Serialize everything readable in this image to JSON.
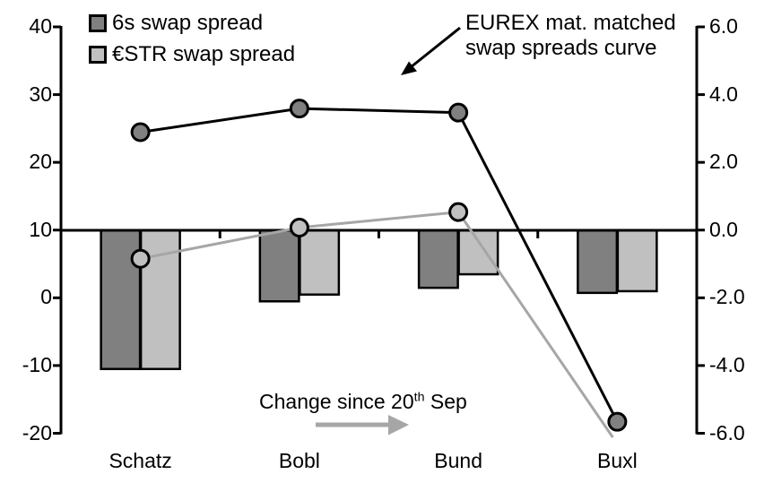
{
  "chart_data": {
    "type": "combo-bar-line",
    "title": "",
    "categories": [
      "Schatz",
      "Bobl",
      "Bund",
      "Buxl"
    ],
    "left_axis": {
      "ticks": [
        "40",
        "30",
        "20",
        "10",
        "0",
        "-10",
        "-20"
      ],
      "min": -20,
      "max": 40
    },
    "right_axis": {
      "ticks": [
        "6.0",
        "4.0",
        "2.0",
        "0.0",
        "-2.0",
        "-4.0",
        "-6.0"
      ],
      "min": -6.0,
      "max": 6.0
    },
    "bar_series": [
      {
        "name": "6s swap spread (change since 20th Sep)",
        "axis": "right",
        "color": "#808080",
        "values": [
          -4.1,
          -2.1,
          -1.7,
          -1.85
        ]
      },
      {
        "name": "€STR swap spread (change since 20th Sep)",
        "axis": "right",
        "color": "#c0c0c0",
        "values": [
          -4.1,
          -1.9,
          -1.3,
          -1.8
        ]
      }
    ],
    "line_series": [
      {
        "name": "6s swap spread level (EUREX mat. matched curve)",
        "axis": "left",
        "line_color": "#000000",
        "marker_fill": "#808080",
        "values": [
          24.5,
          28.0,
          27.4,
          -18.3
        ],
        "last_marker_hidden": false
      },
      {
        "name": "€STR swap spread level (EUREX mat. matched curve)",
        "axis": "left",
        "line_color": "#a6a6a6",
        "marker_fill": "#c0c0c0",
        "values": [
          5.8,
          10.4,
          12.7,
          -20.6
        ],
        "last_marker_hidden": true
      }
    ],
    "legend_position": "top-left",
    "grid": false
  },
  "legend": {
    "items": [
      {
        "label": "6s swap spread",
        "color": "#808080"
      },
      {
        "label": "€STR swap spread",
        "color": "#c0c0c0"
      }
    ]
  },
  "annotations": {
    "curve_label": {
      "line1": "EUREX mat. matched",
      "line2": "swap spreads curve"
    },
    "change_label": {
      "prefix": "Change since 20",
      "superscript": "th",
      "suffix": " Sep"
    }
  },
  "colors": {
    "dark_gray": "#808080",
    "light_gray": "#c0c0c0",
    "gray_line": "#a6a6a6",
    "black": "#000000"
  }
}
